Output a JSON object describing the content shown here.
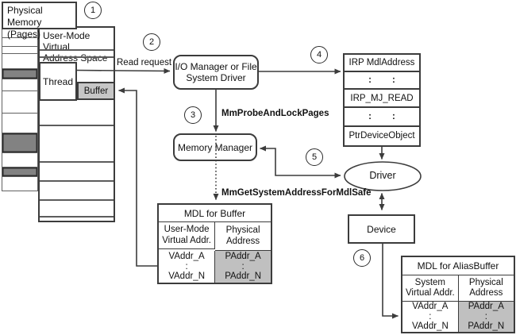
{
  "steps": [
    "1",
    "2",
    "3",
    "4",
    "5",
    "6"
  ],
  "physical_memory": {
    "title_line1": "Physical Memory",
    "title_line2": "(Pages)",
    "page_rows": [
      {
        "h": 11,
        "shaded": false
      },
      {
        "h": 11,
        "shaded": false
      },
      {
        "h": 9,
        "shaded": false
      },
      {
        "h": 19,
        "shaded": false
      },
      {
        "h": 13,
        "shaded": true
      },
      {
        "h": 15,
        "shaded": false
      },
      {
        "h": 28,
        "shaded": false
      },
      {
        "h": 25,
        "shaded": false
      },
      {
        "h": 25,
        "shaded": true
      },
      {
        "h": 18,
        "shaded": false
      },
      {
        "h": 12,
        "shaded": true
      },
      {
        "h": 17,
        "shaded": false
      }
    ]
  },
  "user_space": {
    "title_line1": "User-Mode Virtual",
    "title_line2": "Address Space",
    "thread_label": "Thread",
    "buffer_label": "Buffer"
  },
  "labels": {
    "read_request": "Read request",
    "probe_call": "MmProbeAndLockPages",
    "get_system_address_call": "MmGetSystemAddressForMdlSafe"
  },
  "io_manager": {
    "line1": "I/O Manager or File",
    "line2": "System Driver"
  },
  "memory_manager": {
    "label": "Memory Manager"
  },
  "irp": {
    "row1": "IRP MdlAddress",
    "colon": ":",
    "row3": "IRP_MJ_READ",
    "row5": "PtrDeviceObject"
  },
  "driver": {
    "label": "Driver"
  },
  "device": {
    "label": "Device"
  },
  "mdl_buffer": {
    "title": "MDL for Buffer",
    "col1_line1": "User-Mode",
    "col1_line2": "Virtual Addr.",
    "col2_line1": "Physical",
    "col2_line2": "Address",
    "vaddr_first": "VAddr_A",
    "vaddr_sep": ":",
    "vaddr_last": "VAddr_N",
    "paddr_first": "PAddr_A",
    "paddr_sep": ":",
    "paddr_last": "PAddr_N"
  },
  "mdl_alias": {
    "title": "MDL for AliasBuffer",
    "col1_line1": "System",
    "col1_line2": "Virtual Addr.",
    "col2_line1": "Physical",
    "col2_line2": "Address",
    "vaddr_first": "VAddr_A",
    "vaddr_sep": ":",
    "vaddr_last": "VAddr_N",
    "paddr_first": "PAddr_A",
    "paddr_sep": ":",
    "paddr_last": "PAddr_N"
  },
  "colors": {
    "shaded_page": "#828282",
    "buffer_fill": "#c6c6c6",
    "shaded_cell": "#c0c0c0",
    "line": "#3c3c3c"
  }
}
